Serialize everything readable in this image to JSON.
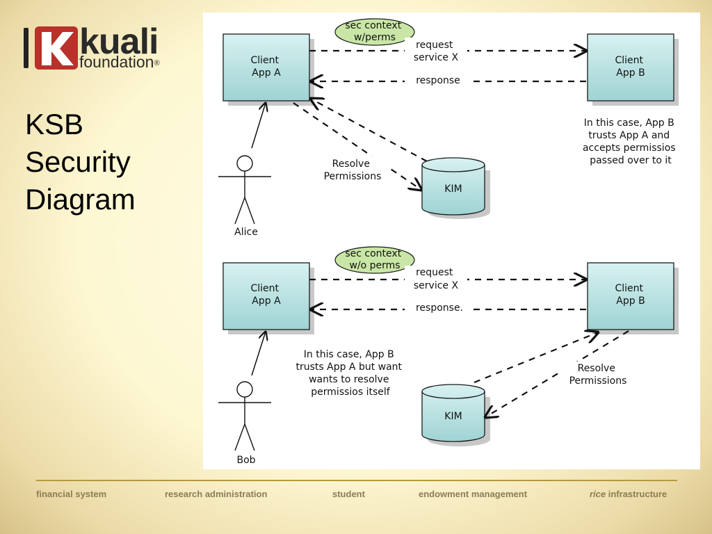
{
  "logo": {
    "wordmark": "kuali",
    "subtitle": "foundation",
    "registered": "®",
    "mark_color": "#b8312a"
  },
  "title": {
    "lines": [
      "KSB",
      "Security",
      "Diagram"
    ]
  },
  "diagram": {
    "top": {
      "client_a": "Client\nApp A",
      "client_b": "Client\nApp B",
      "context": "sec context\nw/perms",
      "request": "request\nservice X",
      "response": "response",
      "resolve": "Resolve\nPermissions",
      "kim": "KIM",
      "actor": "Alice",
      "note": "In this case, App B\ntrusts App A and\naccepts permissios\npassed over to it"
    },
    "bottom": {
      "client_a": "Client\nApp A",
      "client_b": "Client\nApp B",
      "context": "sec context\nw/o perms",
      "request": "request\nservice X",
      "response": "response.",
      "resolve": "Resolve\nPermissions",
      "kim": "KIM",
      "actor": "Bob",
      "note": "In this case, App B\ntrusts App A but want\nwants to resolve\npermissios itself"
    },
    "colors": {
      "box_fill": "#bfe6e6",
      "box_stroke": "#1a1a1a",
      "context_fill": "#c9e6a6",
      "shadow": "#c8c8c8"
    }
  },
  "footer": {
    "items": [
      {
        "prefix": "",
        "text": "financial system"
      },
      {
        "prefix": "",
        "text": "research administration"
      },
      {
        "prefix": "",
        "text": "student"
      },
      {
        "prefix": "",
        "text": "endowment management"
      },
      {
        "prefix": "rice",
        "text": " infrastructure"
      }
    ],
    "line_color": "#b59a3b",
    "text_color": "#8b7d55"
  }
}
